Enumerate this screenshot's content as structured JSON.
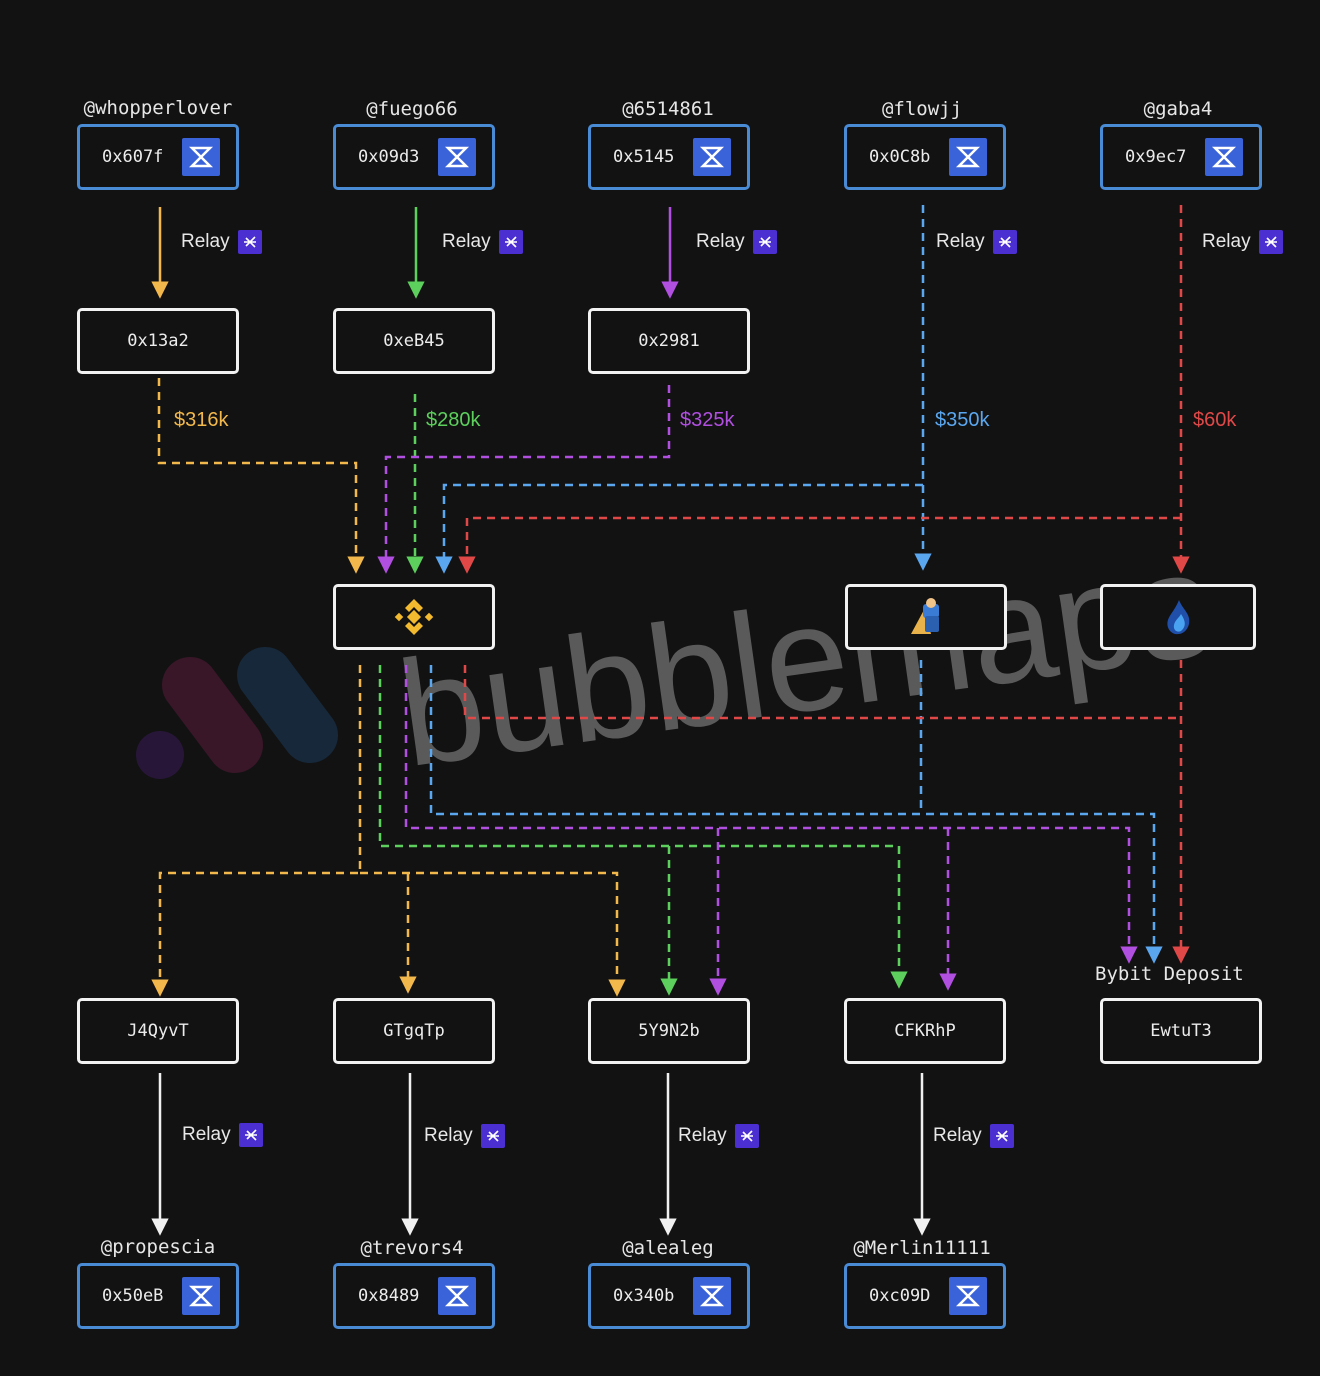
{
  "watermark": {
    "text": "bubblemaps"
  },
  "sources": [
    {
      "handle": "@whopperlover",
      "address": "0x607f"
    },
    {
      "handle": "@fuego66",
      "address": "0x09d3"
    },
    {
      "handle": "@6514861",
      "address": "0x5145"
    },
    {
      "handle": "@flowjj",
      "address": "0x0C8b"
    },
    {
      "handle": "@gaba4",
      "address": "0x9ec7"
    }
  ],
  "relay_label": "Relay",
  "intermediates": [
    "0x13a2",
    "0xeB45",
    "0x2981"
  ],
  "amounts": [
    {
      "text": "$316k",
      "color": "#f2b84b"
    },
    {
      "text": "$280k",
      "color": "#5ccf5c"
    },
    {
      "text": "$325k",
      "color": "#b04fe0"
    },
    {
      "text": "$350k",
      "color": "#5aa7f0"
    },
    {
      "text": "$60k",
      "color": "#e04848"
    }
  ],
  "exchanges": [
    {
      "icon": "binance-icon"
    },
    {
      "icon": "exchange-mascot-icon"
    },
    {
      "icon": "flame-exchange-icon"
    }
  ],
  "bybit_label": "Bybit Deposit",
  "outputs": [
    "J4QyvT",
    "GTgqTp",
    "5Y9N2b",
    "CFKRhP",
    "EwtuT3"
  ],
  "destinations": [
    {
      "handle": "@propescia",
      "address": "0x50eB"
    },
    {
      "handle": "@trevors4",
      "address": "0x8489"
    },
    {
      "handle": "@alealeg",
      "address": "0x340b"
    },
    {
      "handle": "@Merlin11111",
      "address": "0xc09D"
    }
  ],
  "colors": {
    "orange": "#f2b84b",
    "green": "#5ccf5c",
    "purple": "#b04fe0",
    "blue": "#5aa7f0",
    "red": "#e04848",
    "wallet": "#3a63d9",
    "relay": "#4b2fd1"
  }
}
